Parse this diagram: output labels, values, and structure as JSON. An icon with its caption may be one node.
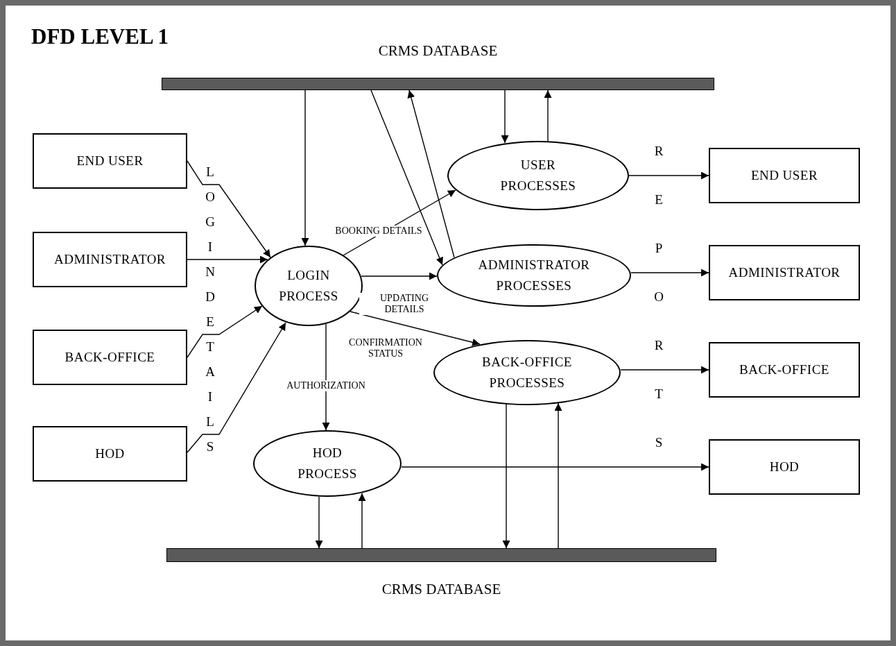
{
  "diagram": {
    "title": "DFD LEVEL 1",
    "nodes": [
      {
        "text": [
          "END USER"
        ]
      },
      {
        "text": [
          "ADMINISTRATOR"
        ]
      },
      {
        "text": [
          "BACK-OFFICE"
        ]
      },
      {
        "text": [
          "HOD"
        ]
      },
      {
        "text": [
          "LOGIN PROCESS"
        ]
      },
      {
        "text": [
          "USER PROCESSES"
        ]
      },
      {
        "text": [
          "ADMINISTRATOR PROCESSES"
        ]
      },
      {
        "text": [
          "BACK-OFFICE PROCESSES"
        ]
      },
      {
        "text": [
          "HOD PROCESS"
        ]
      },
      {
        "text": [
          "END USER"
        ]
      },
      {
        "text": [
          "ADMINISTRATOR"
        ]
      },
      {
        "text": [
          "BACK-OFFICE"
        ]
      },
      {
        "text": [
          "HOD"
        ]
      },
      {
        "text": [
          "CRMS DATABASE"
        ]
      },
      {
        "text": [
          "CRMS DATABASE"
        ]
      }
    ],
    "edges": [
      {
        "from": 0,
        "to": 4,
        "arrow": "to"
      },
      {
        "from": 1,
        "to": 4,
        "arrow": "to"
      },
      {
        "from": 2,
        "to": 4,
        "arrow": "to"
      },
      {
        "from": 3,
        "to": 4,
        "arrow": "to"
      },
      {
        "from": 13,
        "to": 4,
        "arrow": "to"
      },
      {
        "from": 13,
        "to": 6,
        "arrow": "to"
      },
      {
        "from": 6,
        "to": 13,
        "arrow": "to"
      },
      {
        "from": 13,
        "to": 5,
        "arrow": "to"
      },
      {
        "from": 5,
        "to": 13,
        "arrow": "to"
      },
      {
        "from": 4,
        "to": 5,
        "arrow": "to",
        "label": "BOOKING DETAILS"
      },
      {
        "from": 4,
        "to": 6,
        "arrow": "to",
        "label": "UPDATING DETAILS"
      },
      {
        "from": 4,
        "to": 7,
        "arrow": "to",
        "label": "CONFIRMATION STATUS"
      },
      {
        "from": 4,
        "to": 8,
        "arrow": "to",
        "label": "AUTHORIZATION"
      },
      {
        "from": 8,
        "to": 14,
        "arrow": "to"
      },
      {
        "from": 14,
        "to": 8,
        "arrow": "to"
      },
      {
        "from": 7,
        "to": 14,
        "arrow": "to"
      },
      {
        "from": 14,
        "to": 7,
        "arrow": "to"
      },
      {
        "from": 5,
        "to": 9,
        "arrow": "to"
      },
      {
        "from": 6,
        "to": 10,
        "arrow": "to"
      },
      {
        "from": 7,
        "to": 11,
        "arrow": "to"
      },
      {
        "from": 8,
        "to": 12,
        "arrow": "to"
      }
    ],
    "labels": [
      "LOGIN DETAILS",
      "REPORTS"
    ]
  }
}
